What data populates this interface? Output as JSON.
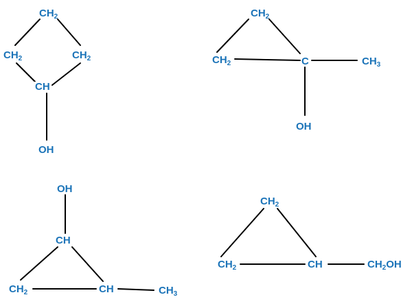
{
  "colors": {
    "bond": "#000000",
    "atom": "#1a73b8"
  },
  "molecules": [
    {
      "atoms": {
        "top": "CH2",
        "left": "CH2",
        "right": "CH2",
        "ch": "CH",
        "oh": "OH"
      }
    },
    {
      "atoms": {
        "top": "CH2",
        "left": "CH2",
        "c": "C",
        "ch3": "CH3",
        "oh": "OH"
      }
    },
    {
      "atoms": {
        "oh": "OH",
        "ch": "CH",
        "left": "CH2",
        "right": "CH",
        "ch3": "CH3"
      }
    },
    {
      "atoms": {
        "top": "CH2",
        "left": "CH2",
        "ch": "CH",
        "ch2oh": "CH2OH"
      }
    }
  ]
}
